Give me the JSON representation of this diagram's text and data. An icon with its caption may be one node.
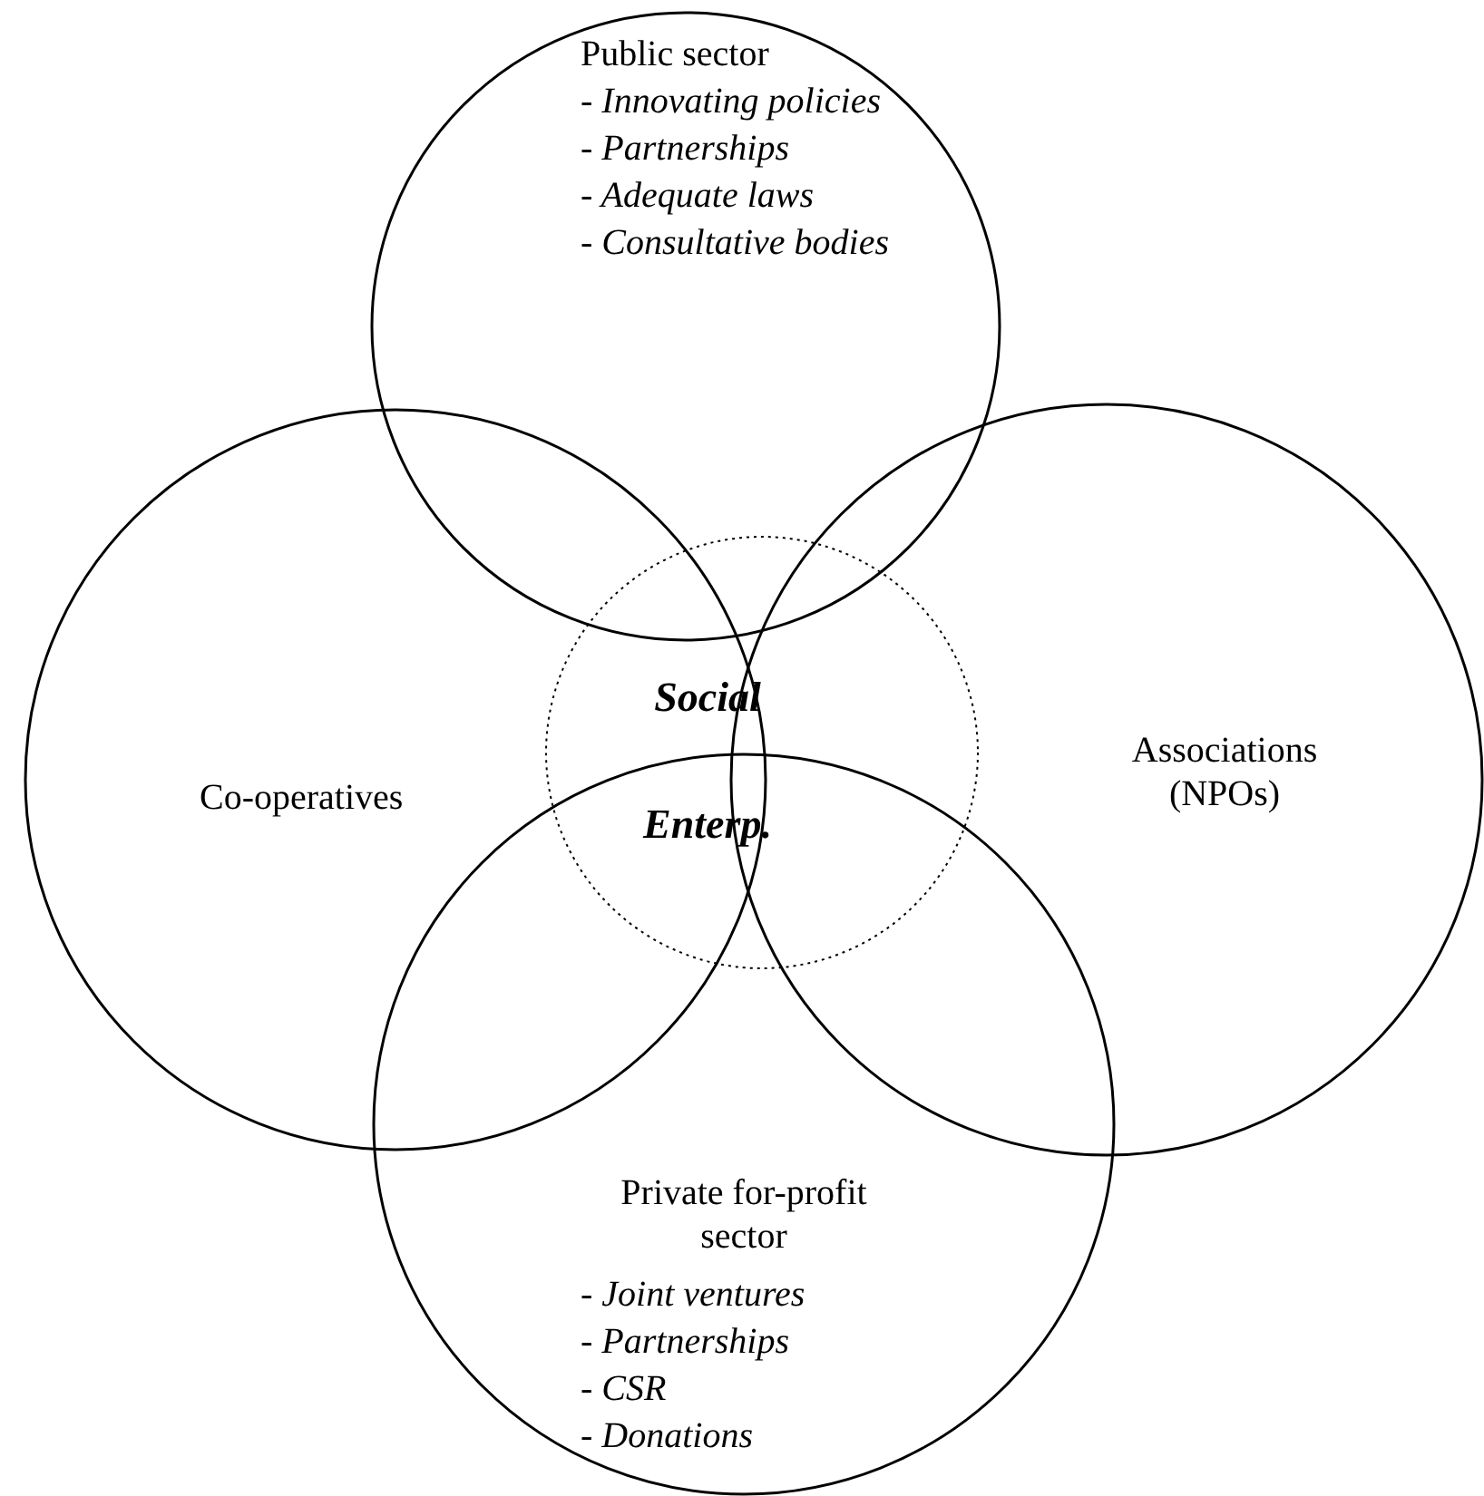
{
  "diagram": {
    "nodes": [
      {
        "text": [
          "Public sector",
          "- Innovating policies",
          "- Partnerships",
          "- Adequate laws",
          "- Consultative bodies"
        ]
      },
      {
        "text": [
          "Co-operatives"
        ]
      },
      {
        "text": [
          "Associations (NPOs)"
        ]
      },
      {
        "text": [
          "Social",
          "Enterp."
        ]
      },
      {
        "text": [
          "Private for-profit sector",
          "- Joint ventures",
          "- Partnerships",
          "- CSR",
          "- Donations"
        ]
      }
    ],
    "edges": []
  }
}
